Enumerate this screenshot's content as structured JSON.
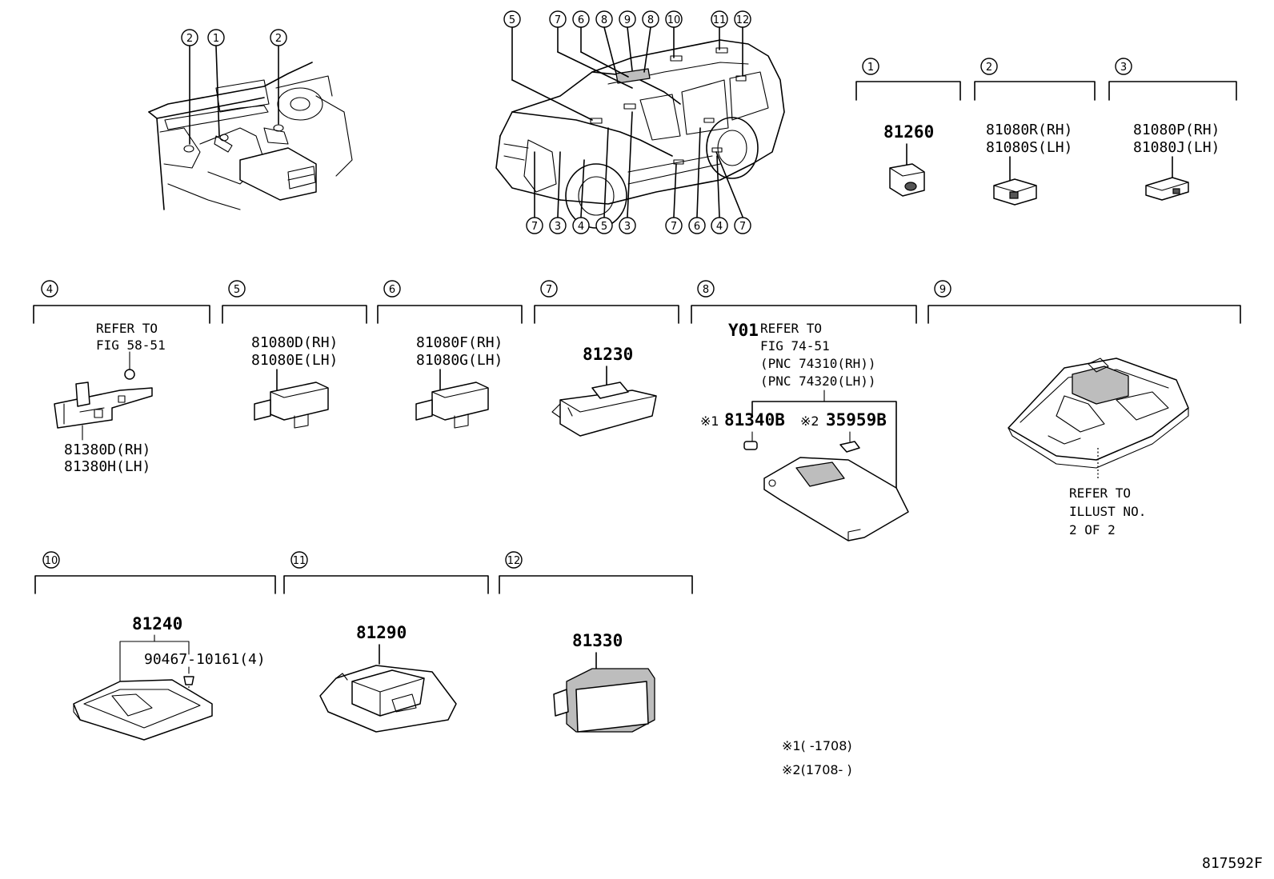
{
  "diagram_id": "817592F",
  "callout_numbers": [
    "1",
    "2",
    "3",
    "4",
    "5",
    "6",
    "7",
    "8",
    "9",
    "10",
    "11",
    "12"
  ],
  "groups": [
    {
      "callout": "1",
      "lines": [
        "81260"
      ]
    },
    {
      "callout": "2",
      "lines": [
        "81080R(RH)",
        "81080S(LH)"
      ]
    },
    {
      "callout": "3",
      "lines": [
        "81080P(RH)",
        "81080J(LH)"
      ]
    },
    {
      "callout": "4",
      "refer": [
        "REFER TO",
        "FIG 58-51"
      ],
      "lines": [
        "81380D(RH)",
        "81380H(LH)"
      ]
    },
    {
      "callout": "5",
      "lines": [
        "81080D(RH)",
        "81080E(LH)"
      ]
    },
    {
      "callout": "6",
      "lines": [
        "81080F(RH)",
        "81080G(LH)"
      ]
    },
    {
      "callout": "7",
      "lines": [
        "81230"
      ]
    },
    {
      "callout": "8",
      "code": "Y01",
      "refer": [
        "REFER TO",
        "FIG 74-51",
        "(PNC 74310(RH))",
        "(PNC 74320(LH))"
      ],
      "sub_parts": [
        {
          "mark": "※1",
          "part": "81340B"
        },
        {
          "mark": "※2",
          "part": "35959B"
        }
      ]
    },
    {
      "callout": "9",
      "refer": [
        "REFER TO",
        "ILLUST NO.",
        "2 OF 2"
      ]
    },
    {
      "callout": "10",
      "lines": [
        "81240",
        "90467-10161(4)"
      ]
    },
    {
      "callout": "11",
      "lines": [
        "81290"
      ]
    },
    {
      "callout": "12",
      "lines": [
        "81330"
      ]
    }
  ],
  "notes": [
    "※1(      -1708)",
    "※2(1708-      )"
  ],
  "colors": {
    "line": "#000000",
    "background": "#ffffff",
    "part_shade": "#bdbdbd"
  }
}
